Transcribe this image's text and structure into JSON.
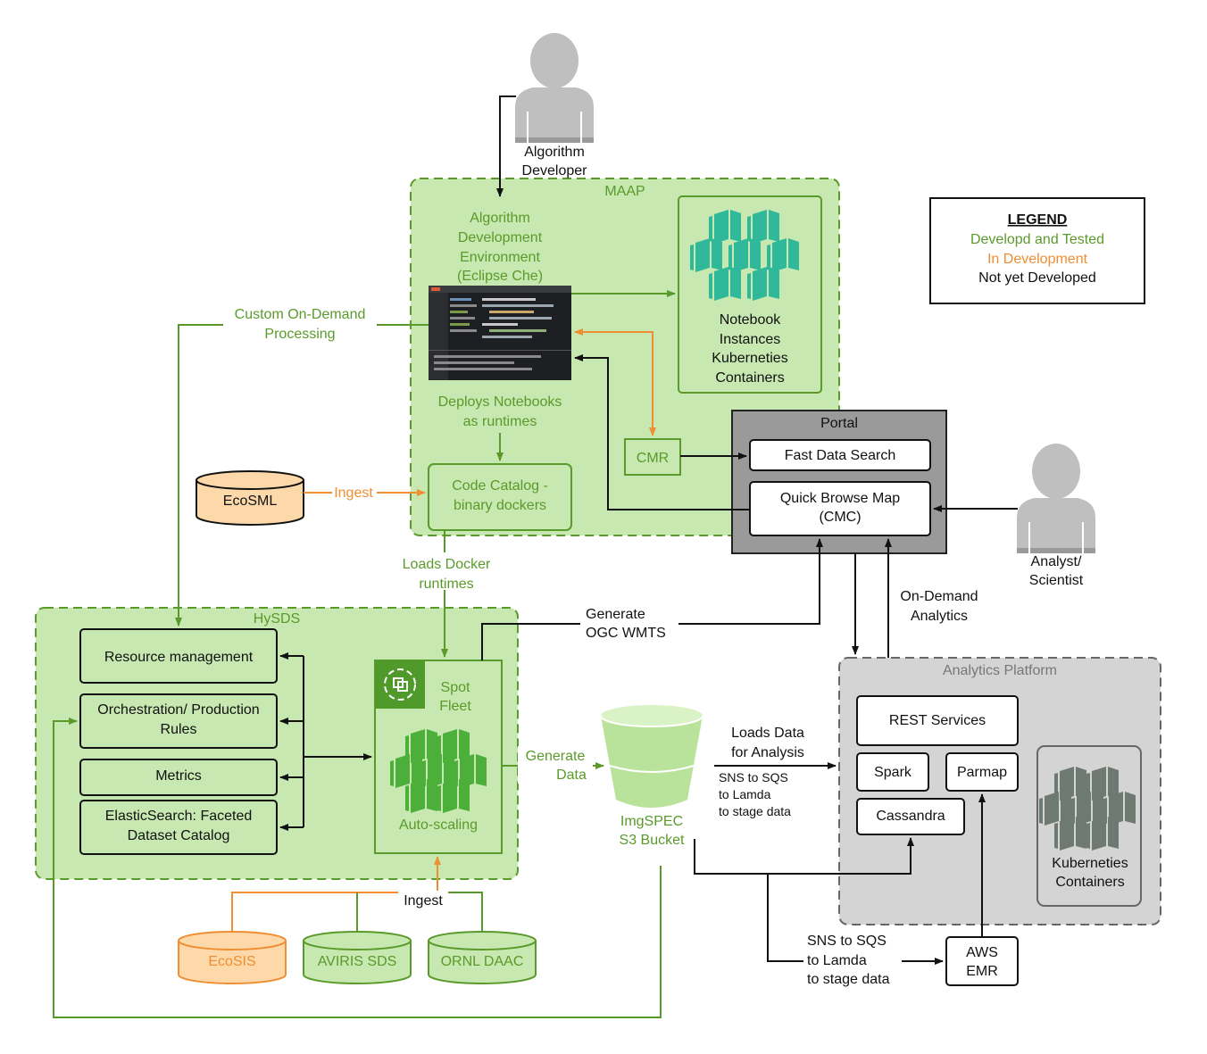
{
  "colors": {
    "green_text": "#5a9a2a",
    "green_fill": "#c7e8b0",
    "green_stroke": "#5a9a2a",
    "orange": "#ef8e32",
    "orange_fill": "#fdd9aa",
    "gray_fill": "#d4d4d4",
    "portal_fill": "#9a9a9a",
    "teal": "#2fb89a",
    "hex_gray": "#6e7a71"
  },
  "icons": {
    "user": "person-icon",
    "containers": "kubernetes-container-icon",
    "spot_fleet": "spot-fleet-icon",
    "bucket": "s3-bucket-icon",
    "database": "database-cylinder-icon"
  },
  "actors": {
    "developer": [
      "Algorithm",
      "Developer"
    ],
    "analyst": [
      "Analyst/",
      "Scientist"
    ]
  },
  "maap": {
    "title": "MAAP",
    "ade": [
      "Algorithm",
      "Development",
      "Environment",
      "(Eclipse Che)"
    ],
    "notebook": [
      "Notebook",
      "Instances",
      "Kuberneties",
      "Containers"
    ],
    "deploys": [
      "Deploys Notebooks",
      "as runtimes"
    ],
    "code_catalog": [
      "Code Catalog -",
      "binary dockers"
    ],
    "cmr": "CMR"
  },
  "legend": {
    "title": "LEGEND",
    "developed": "Developd and Tested",
    "in_development": "In Development",
    "not_developed": "Not yet Developed"
  },
  "portal": {
    "title": "Portal",
    "fast_search": "Fast Data Search",
    "quick_browse": [
      "Quick Browse Map",
      "(CMC)"
    ]
  },
  "ecosml": "EcoSML",
  "labels": {
    "ingest_ecosml": "Ingest",
    "custom": [
      "Custom On-Demand",
      "Processing"
    ],
    "loads_docker": [
      "Loads Docker",
      "runtimes"
    ],
    "generate_ogc": [
      "Generate",
      "OGC WMTS"
    ],
    "on_demand": [
      "On-Demand",
      "Analytics"
    ],
    "generate_data": [
      "Generate",
      "Data"
    ],
    "loads_data": [
      "Loads Data",
      "for Analysis"
    ],
    "sns_small": [
      "SNS to SQS",
      "to Lamda",
      "to stage data"
    ],
    "sns_large": [
      "SNS to SQS",
      "to Lamda",
      "to stage data"
    ],
    "ingest_sources": "Ingest"
  },
  "hysds": {
    "title": "HySDS",
    "resource": "Resource management",
    "orchestration": [
      "Orchestration/ Production",
      "Rules"
    ],
    "metrics": "Metrics",
    "elastic": [
      "ElasticSearch: Faceted",
      "Dataset Catalog"
    ],
    "spot_fleet": [
      "Spot",
      "Fleet"
    ],
    "auto_scaling": "Auto-scaling"
  },
  "bucket": [
    "ImgSPEC",
    "S3 Bucket"
  ],
  "analytics": {
    "title": "Analytics Platform",
    "rest": "REST Services",
    "spark": "Spark",
    "parmap": "Parmap",
    "cassandra": "Cassandra",
    "k8s": [
      "Kuberneties",
      "Containers"
    ]
  },
  "aws_emr": [
    "AWS",
    "EMR"
  ],
  "sources": {
    "ecosis": "EcoSIS",
    "aviris": "AVIRIS SDS",
    "ornl": "ORNL DAAC"
  }
}
